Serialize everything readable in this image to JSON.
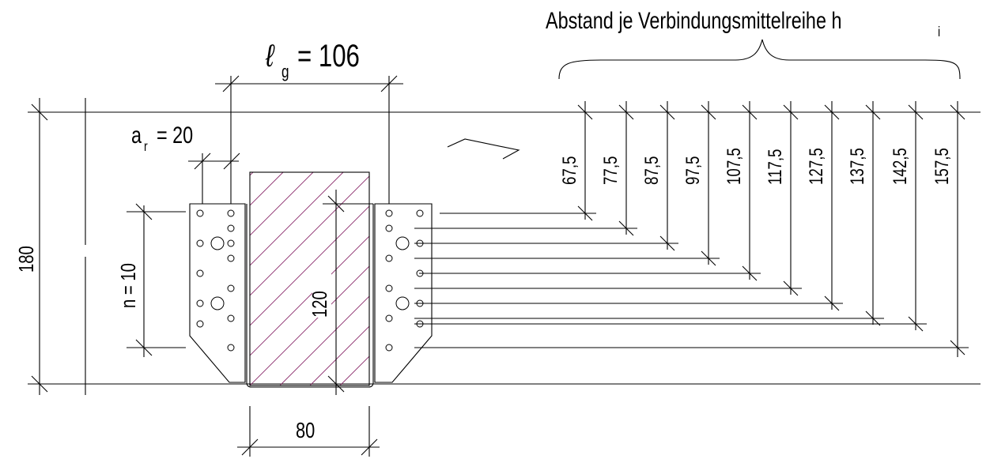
{
  "header": {
    "title": "Abstand je Verbindungsmittelreihe h",
    "title_sub": "i"
  },
  "dimensions": {
    "lg_symbol": "ℓ",
    "lg_sub": "g",
    "lg_value": "= 106",
    "ar_symbol": "a",
    "ar_sub": "r",
    "ar_value": "= 20",
    "total_height": "180",
    "n_rows": "n = 10",
    "beam_height": "120",
    "beam_width": "80"
  },
  "row_distances": [
    "67,5",
    "77,5",
    "87,5",
    "97,5",
    "107,5",
    "117,5",
    "127,5",
    "137,5",
    "142,5",
    "157,5"
  ],
  "colors": {
    "line": "#000000",
    "hatch": "#8a2a6a"
  }
}
